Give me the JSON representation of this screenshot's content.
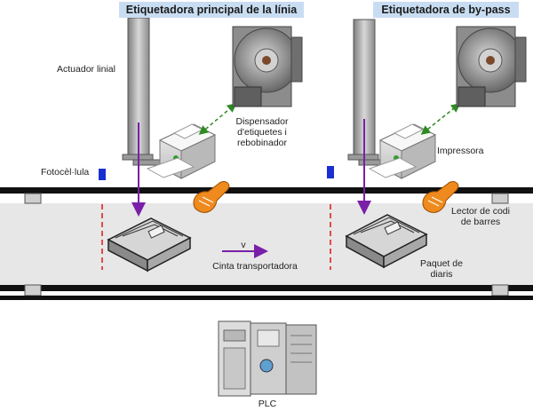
{
  "titles": {
    "main_line": "Etiquetadora principal de la línia",
    "bypass": "Etiquetadora de by-pass"
  },
  "labels": {
    "linear_actuator": "Actuador linial",
    "dispenser": "Dispensador d'etiquetes i rebobinador",
    "photocell": "Fotocèl·lula",
    "printer": "Impressora",
    "barcode_reader": "Lector de codi de barres",
    "conveyor": "Cinta transportadora",
    "velocity": "v",
    "newspaper_bundle": "Paquet de diaris",
    "plc": "PLC"
  },
  "colors": {
    "title_bg": "#c9ddf2",
    "conveyor_bg": "#e7e7e7",
    "rail": "#111111",
    "photocell_marker": "#1a2fd1",
    "dashed_red": "#e0202a",
    "arrow_purple": "#7a1fa8",
    "dashed_green": "#2e8b22",
    "scanner_orange": "#ef8a1e"
  }
}
